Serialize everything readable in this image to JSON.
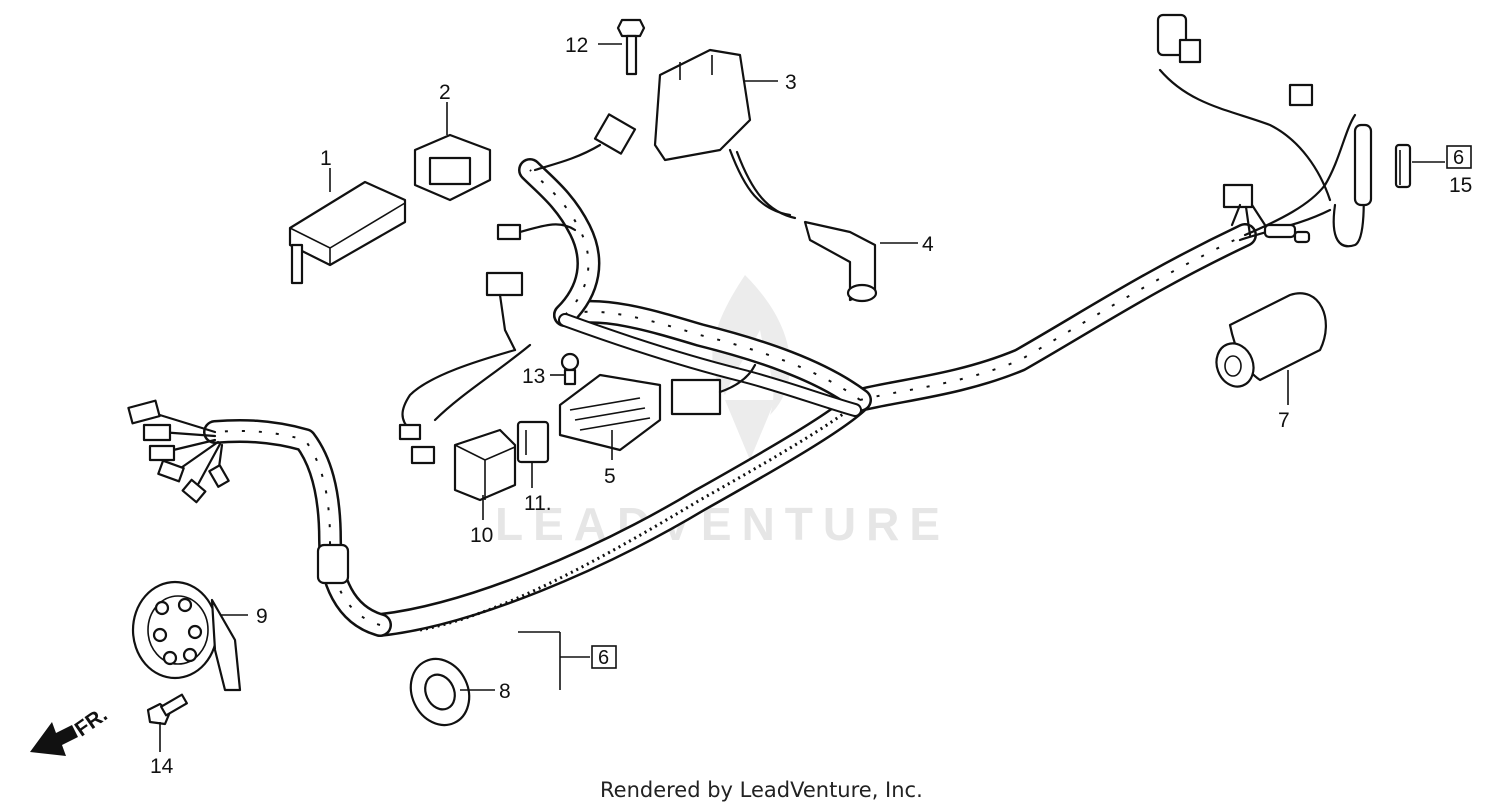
{
  "watermark": "LEADVENTURE",
  "footer": "Rendered by LeadVenture, Inc.",
  "direction_marker": "FR.",
  "callouts": {
    "c1": "1",
    "c2": "2",
    "c3": "3",
    "c4": "4",
    "c5": "5",
    "c6": "6",
    "c7": "7",
    "c8": "8",
    "c9": "9",
    "c10": "10",
    "c11": "11.",
    "c12": "12",
    "c13": "13",
    "c14": "14",
    "c15": "15"
  },
  "boxed_refs": {
    "fuse_ref": "6",
    "grommet_ref": "6"
  }
}
